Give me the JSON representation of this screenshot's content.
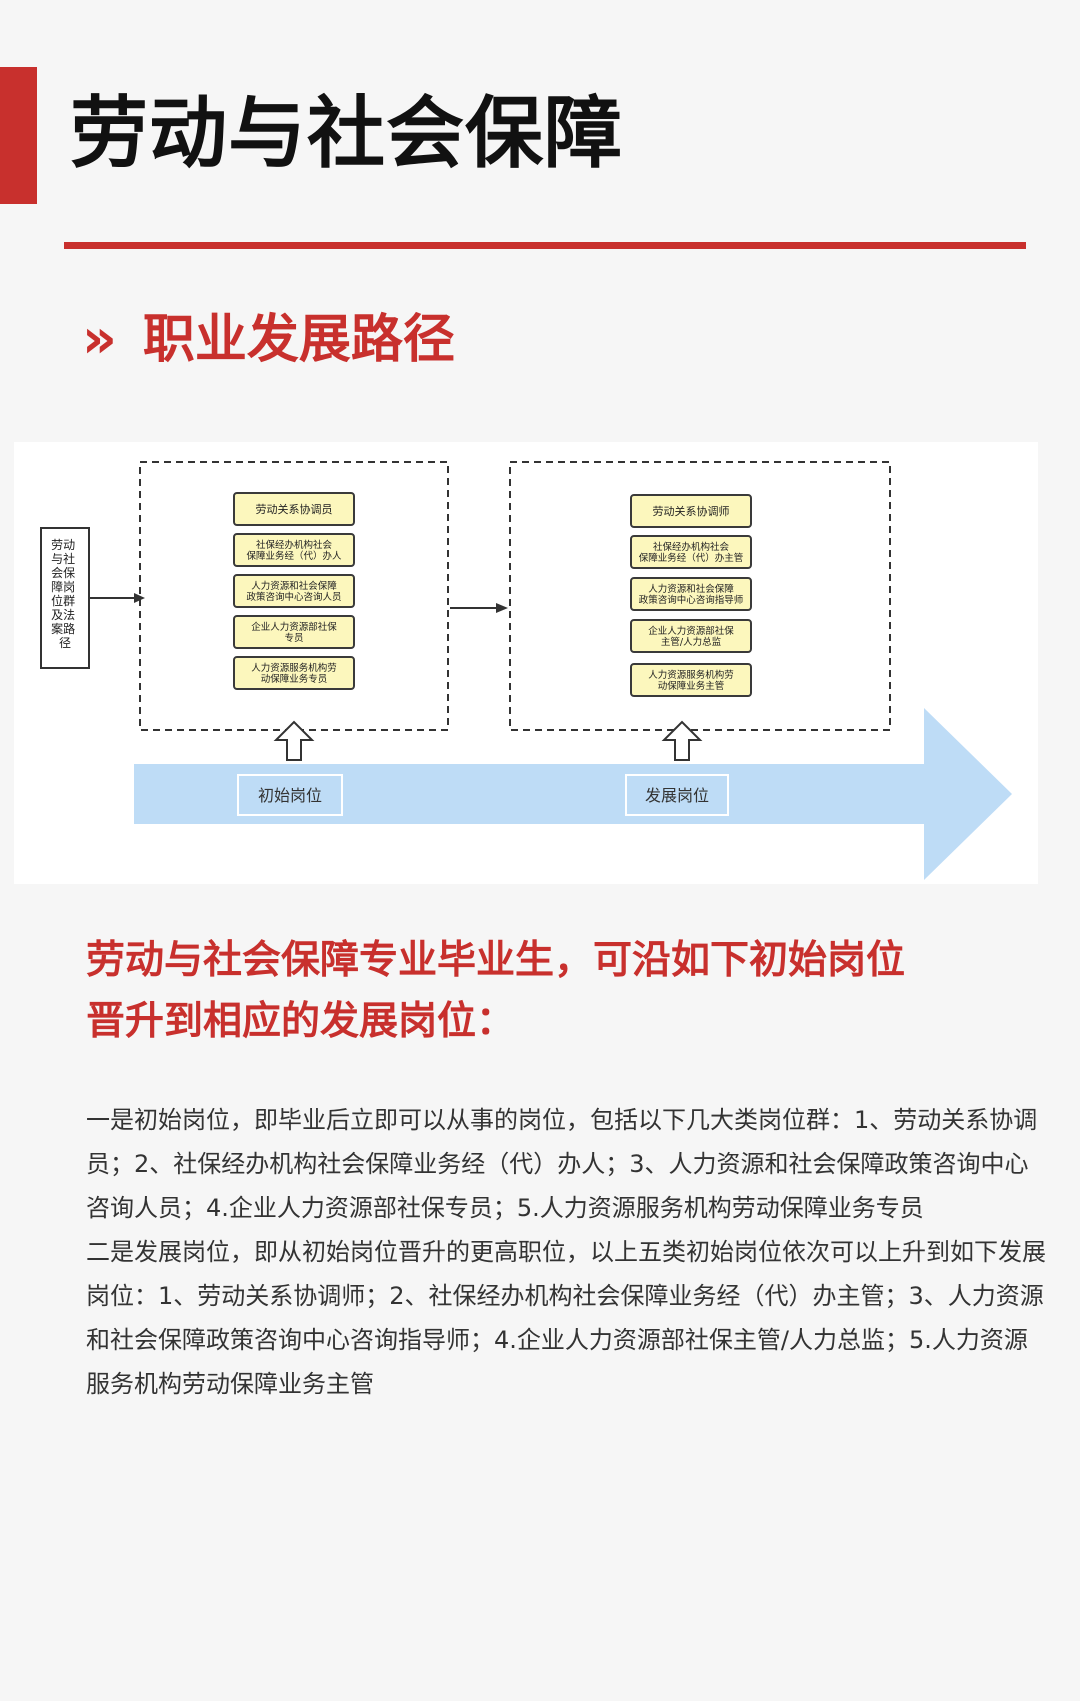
{
  "page": {
    "title": "劳动与社会保障"
  },
  "section": {
    "icon": "double-chevron-icon",
    "chevron": "»",
    "heading": "职业发展路径"
  },
  "diagram": {
    "source_label": [
      "劳动",
      "与社",
      "会保",
      "障岗",
      "位群",
      "及法",
      "案路",
      "径"
    ],
    "initial_group": [
      [
        "劳动关系协调员"
      ],
      [
        "社保经办机构社会",
        "保障业务经（代）办人"
      ],
      [
        "人力资源和社会保障",
        "政策咨询中心咨询人员"
      ],
      [
        "企业人力资源部社保",
        "专员"
      ],
      [
        "人力资源服务机构劳",
        "动保障业务专员"
      ]
    ],
    "development_group": [
      [
        "劳动关系协调师"
      ],
      [
        "社保经办机构社会",
        "保障业务经（代）办主管"
      ],
      [
        "人力资源和社会保障",
        "政策咨询中心咨询指导师"
      ],
      [
        "企业人力资源部社保",
        "主管/人力总监"
      ],
      [
        "人力资源服务机构劳",
        "动保障业务主管"
      ]
    ],
    "initial_label": "初始岗位",
    "development_label": "发展岗位",
    "colors": {
      "box_fill": "#fcf7bd",
      "box_stroke": "#3a3a3a",
      "arrow_fill": "#bedcf6",
      "tag_stroke": "#ffffff"
    }
  },
  "lead": {
    "line1": "劳动与社会保障专业毕业生，可沿如下初始岗位",
    "line2": "晋升到相应的发展岗位："
  },
  "body": {
    "p1": "一是初始岗位，即毕业后立即可以从事的岗位，包括以下几大类岗位群：1、劳动关系协调员；2、社保经办机构社会保障业务经（代）办人；3、人力资源和社会保障政策咨询中心咨询人员；4.企业人力资源部社保专员；5.人力资源服务机构劳动保障业务专员",
    "p2": "二是发展岗位，即从初始岗位晋升的更高职位，以上五类初始岗位依次可以上升到如下发展岗位：1、劳动关系协调师；2、社保经办机构社会保障业务经（代）办主管；3、人力资源和社会保障政策咨询中心咨询指导师；4.企业人力资源部社保主管/人力总监；5.人力资源服务机构劳动保障业务主管"
  }
}
